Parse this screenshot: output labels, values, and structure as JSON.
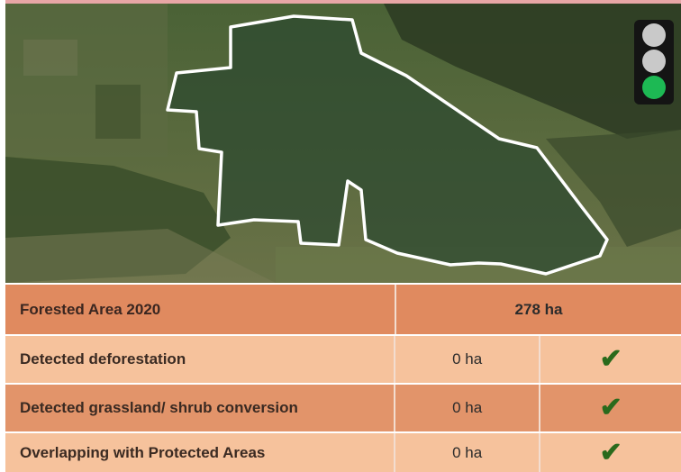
{
  "map": {
    "boundary_color": "#ffffff",
    "status_light": {
      "lamps": [
        "off",
        "off",
        "on"
      ],
      "on_color": "#1db954",
      "off_color": "#c9c9c9"
    }
  },
  "table": {
    "header": {
      "label": "Forested Area 2020",
      "value": "278 ha"
    },
    "rows": [
      {
        "label": "Detected deforestation",
        "value": "0 ha",
        "status_icon": "check-icon"
      },
      {
        "label": "Detected grassland/ shrub conversion",
        "value": "0 ha",
        "status_icon": "check-icon"
      },
      {
        "label": "Overlapping with Protected Areas",
        "value": "0 ha",
        "status_icon": "check-icon"
      }
    ],
    "check_glyph": "✔",
    "check_color": "#2a6a1c"
  }
}
